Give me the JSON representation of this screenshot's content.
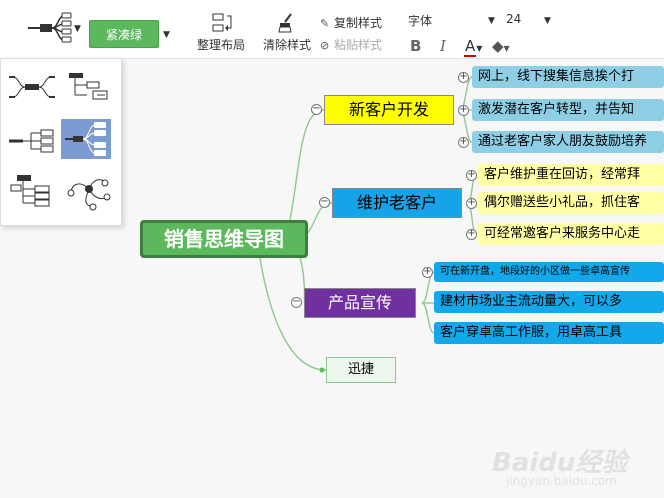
{
  "toolbar": {
    "theme_label": "紧凑绿",
    "arrange_label": "整理布局",
    "clear_style_label": "清除样式",
    "copy_style_label": "复制样式",
    "paste_style_label": "粘贴样式",
    "font_label": "字体",
    "font_size": "24",
    "bold": "B",
    "italic": "I",
    "font_color": "A"
  },
  "colors": {
    "theme_green": "#5cb85c",
    "root_border": "#3d7d3d",
    "branch_yellow": "#ffff00",
    "branch_blue": "#17a3e8",
    "branch_purple": "#7030a0",
    "leaf_blue": "#8ecfe6",
    "leaf_yellow": "#ffffa6",
    "leaf_cyan": "#12a8ea",
    "connector": "#8fc98f",
    "layout_selected": "#7c9bd3"
  },
  "layout_panel": {
    "options": [
      "structure-left-right-icon",
      "structure-right-tree-icon",
      "structure-logic-icon",
      "structure-right-selected-icon",
      "structure-org-chart-icon",
      "structure-free-icon"
    ]
  },
  "mindmap": {
    "root": "销售思维导图",
    "branches": [
      {
        "label": "新客户开发",
        "leaves": [
          "网上，线下搜集信息挨个打",
          "激发潜在客户转型，并告知",
          "通过老客户家人朋友鼓励培养"
        ]
      },
      {
        "label": "维护老客户",
        "leaves": [
          "客户维护重在回访，经常拜",
          "偶尔赠送些小礼品，抓住客",
          "可经常邀客户来服务中心走"
        ]
      },
      {
        "label": "产品宣传",
        "leaves": [
          "可在新开盘，地段好的小区做一些卓高宣传",
          "建材市场业主流动量大，可以多",
          "客户穿卓高工作服，用卓高工具"
        ]
      },
      {
        "label": "迅捷",
        "leaves": []
      }
    ]
  },
  "watermark": {
    "text": "Baidu经验",
    "sub": "jingyan.baidu.com"
  }
}
